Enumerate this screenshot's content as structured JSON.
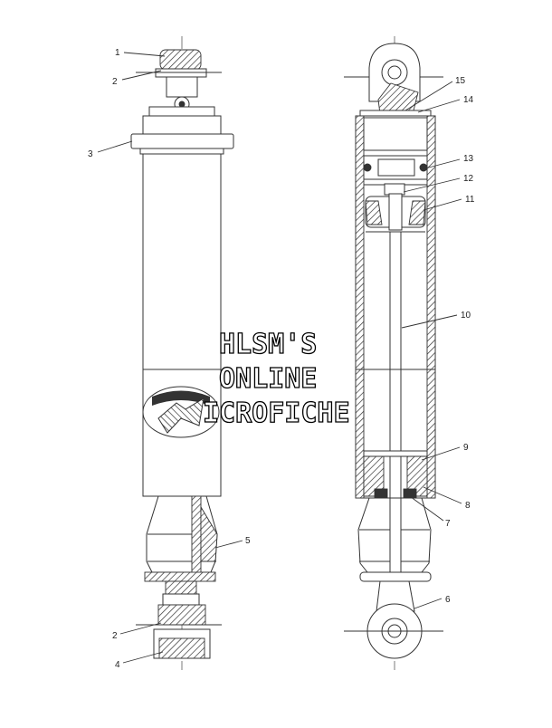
{
  "watermark": {
    "line1": "HLSM'S",
    "line2": "ONLINE",
    "line3": "ICROFICHE"
  },
  "callouts": [
    {
      "id": "c1",
      "label": "1"
    },
    {
      "id": "c2a",
      "label": "2"
    },
    {
      "id": "c3",
      "label": "3"
    },
    {
      "id": "c5",
      "label": "5"
    },
    {
      "id": "c2b",
      "label": "2"
    },
    {
      "id": "c4",
      "label": "4"
    },
    {
      "id": "c15",
      "label": "15"
    },
    {
      "id": "c14",
      "label": "14"
    },
    {
      "id": "c13",
      "label": "13"
    },
    {
      "id": "c12",
      "label": "12"
    },
    {
      "id": "c11",
      "label": "11"
    },
    {
      "id": "c10",
      "label": "10"
    },
    {
      "id": "c9",
      "label": "9"
    },
    {
      "id": "c8",
      "label": "8"
    },
    {
      "id": "c7",
      "label": "7"
    },
    {
      "id": "c6",
      "label": "6"
    }
  ]
}
